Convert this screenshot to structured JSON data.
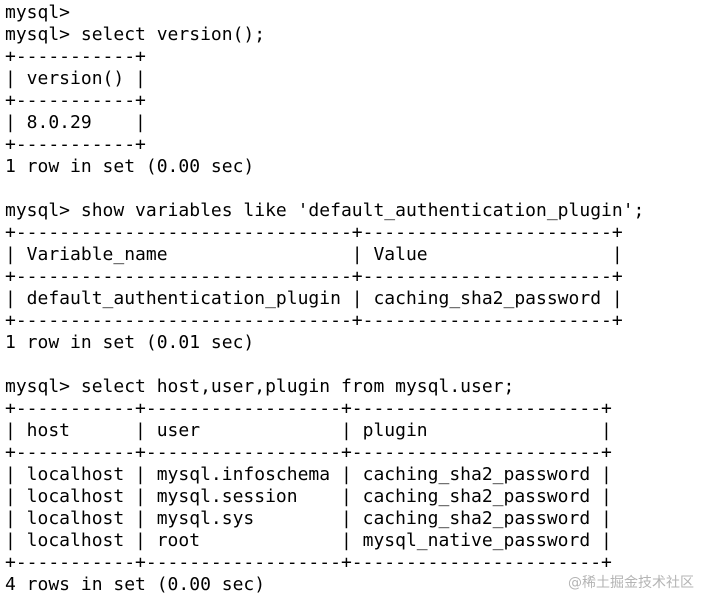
{
  "terminal": {
    "lines": [
      "mysql>",
      "mysql> select version();",
      "+-----------+",
      "| version() |",
      "+-----------+",
      "| 8.0.29    |",
      "+-----------+",
      "1 row in set (0.00 sec)",
      "",
      "mysql> show variables like 'default_authentication_plugin';",
      "+-------------------------------+-----------------------+",
      "| Variable_name                 | Value                 |",
      "+-------------------------------+-----------------------+",
      "| default_authentication_plugin | caching_sha2_password |",
      "+-------------------------------+-----------------------+",
      "1 row in set (0.01 sec)",
      "",
      "mysql> select host,user,plugin from mysql.user;",
      "+-----------+------------------+-----------------------+",
      "| host      | user             | plugin                |",
      "+-----------+------------------+-----------------------+",
      "| localhost | mysql.infoschema | caching_sha2_password |",
      "| localhost | mysql.session    | caching_sha2_password |",
      "| localhost | mysql.sys        | caching_sha2_password |",
      "| localhost | root             | mysql_native_password |",
      "+-----------+------------------+-----------------------+",
      "4 rows in set (0.00 sec)"
    ]
  },
  "watermark": "@稀土掘金技术社区"
}
